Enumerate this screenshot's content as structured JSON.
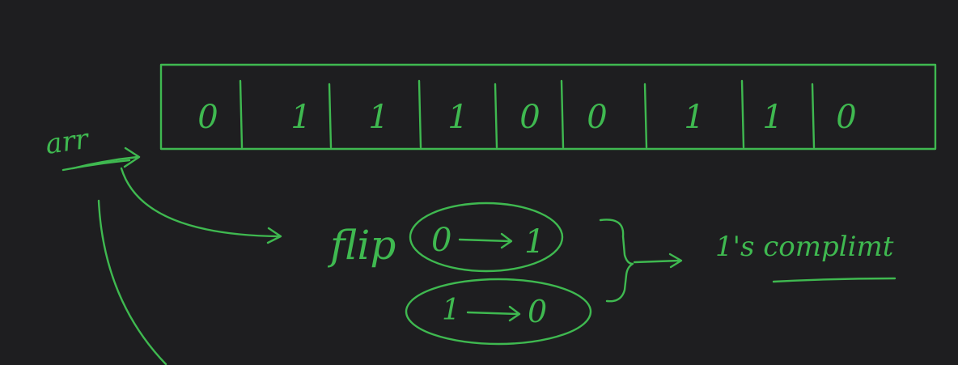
{
  "ink_color": "#3fb950",
  "background": "#1e1e20",
  "array_label": "arr",
  "bits": [
    "0",
    "1",
    "1",
    "1",
    "0",
    "0",
    "1",
    "1",
    "0"
  ],
  "flip_word": "flip",
  "rule_1": {
    "from": "0",
    "to": "1"
  },
  "rule_2": {
    "from": "1",
    "to": "0"
  },
  "result_label": "1's complimt"
}
